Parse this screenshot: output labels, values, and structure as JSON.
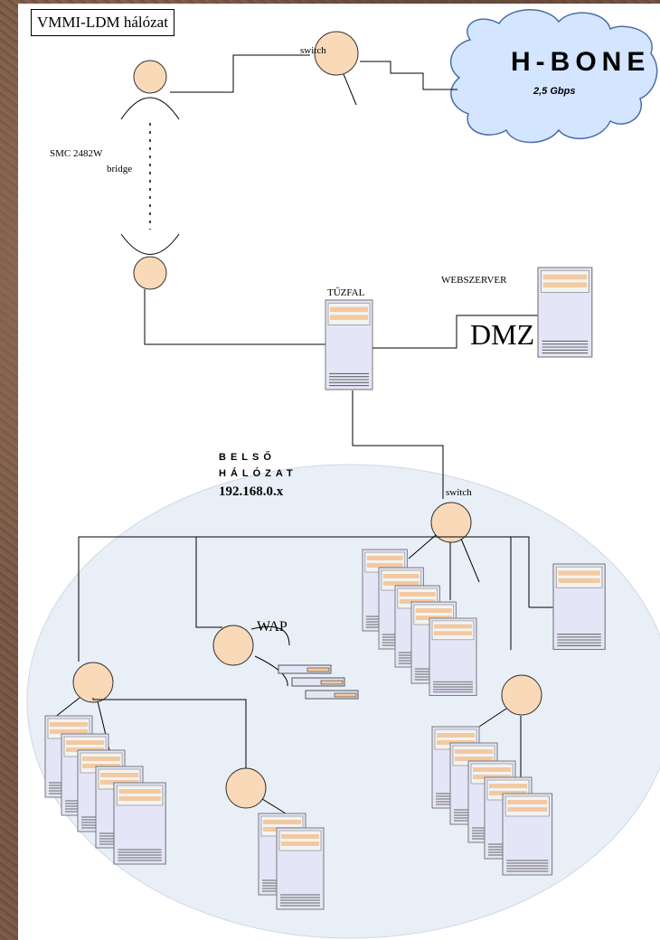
{
  "title": "VMMI-LDM hálózat",
  "labels": {
    "switch_top": "switch",
    "hbone_name": "H-BONE",
    "hbone_speed": "2,5 Gbps",
    "bridge_model": "SMC 2482W",
    "bridge_word": "bridge",
    "firewall": "TŰZFAL",
    "webserver": "WEBSZERVER",
    "dmz": "DMZ",
    "internal_1": "BELSŐ",
    "internal_2": "HÁLÓZAT",
    "subnet": "192.168.0.x",
    "switch_internal": "switch",
    "wap": "WAP"
  },
  "colors": {
    "node_fill": "#fad9b8",
    "server_body": "#e4e6f7",
    "server_stripe": "#f3c9a1",
    "cloud": "#d4e5ff",
    "lan_ellipse": "#e8eff7"
  }
}
